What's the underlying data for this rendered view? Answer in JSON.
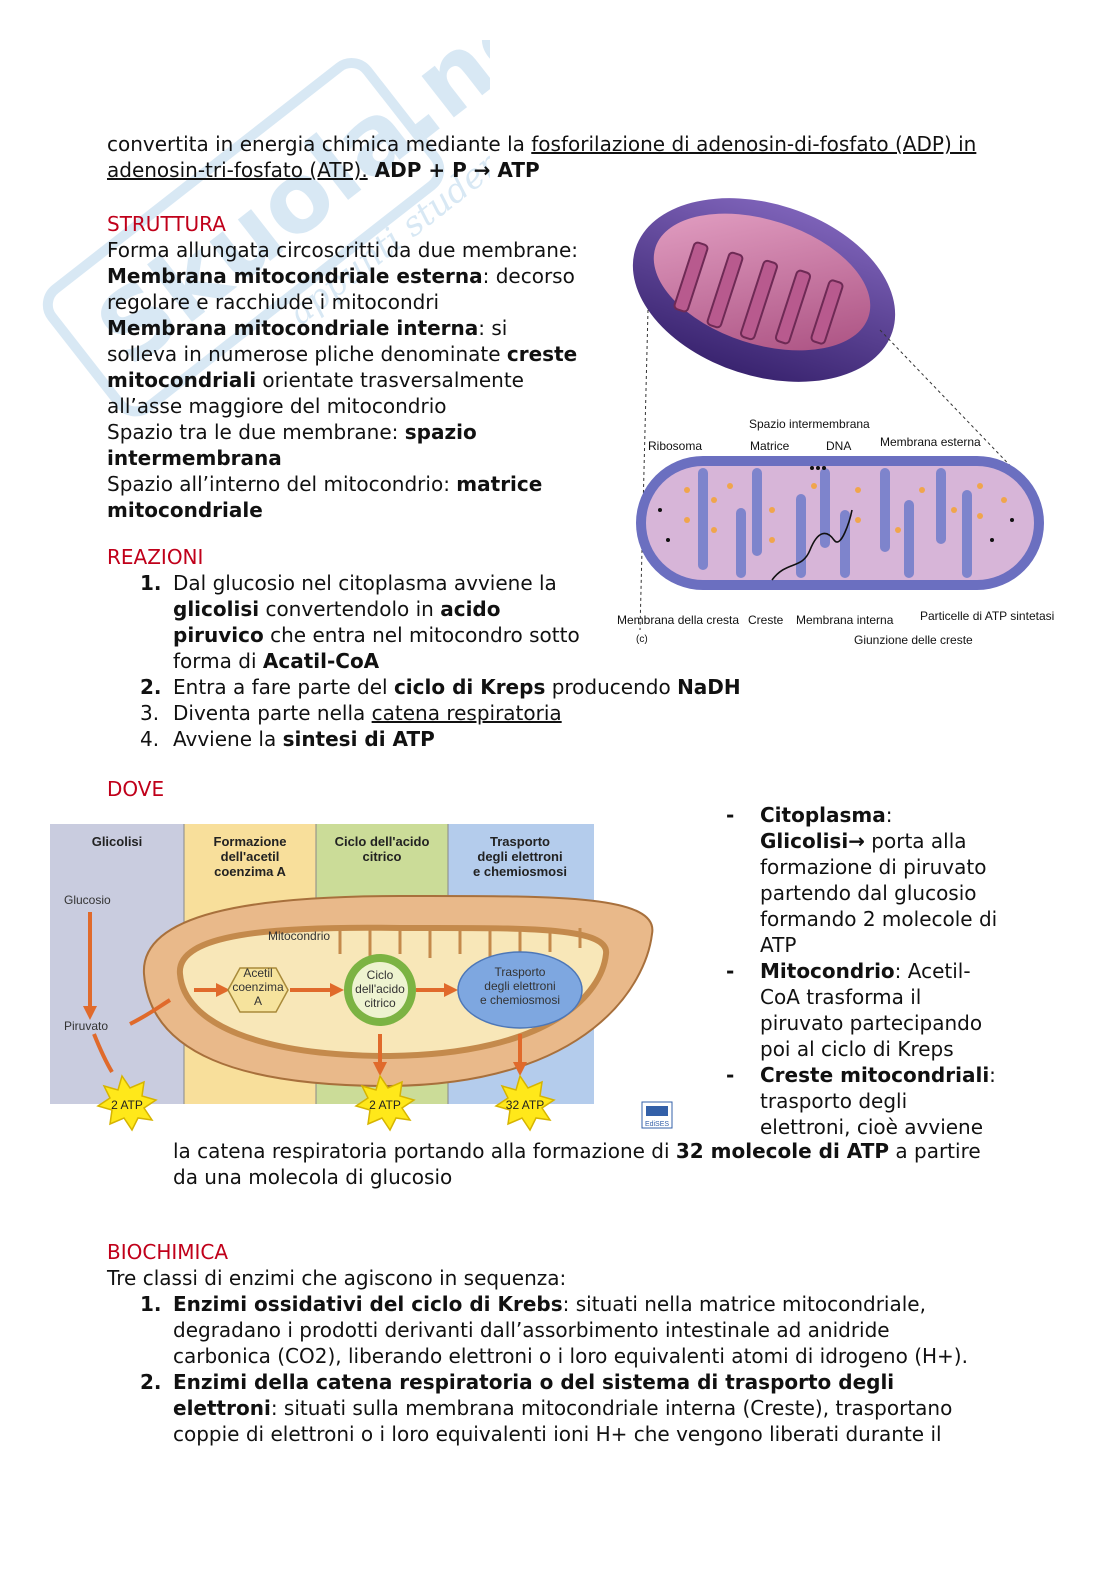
{
  "watermark": {
    "brand": "Skuola.net",
    "tagline": "appunti studente"
  },
  "intro": {
    "l1": "convertita in energia chimica mediante la ",
    "l1_link": "fosforilazione di adenosin-di-fosfato (ADP) in",
    "l2_link": "adenosin-tri-fosfato (ATP).",
    "l2_eq": " ADP + P → ATP"
  },
  "struttura": {
    "heading": "STRUTTURA",
    "lines": [
      [
        "Forma allungata circoscritti da due membrane:"
      ],
      [
        "@Membrana mitocondriale esterna",
        ": decorso"
      ],
      [
        "regolare e racchiude i mitocondri"
      ],
      [
        "@Membrana mitocondriale interna",
        ": si"
      ],
      [
        "solleva in numerose pliche denominate ",
        "@creste"
      ],
      [
        "@mitocondriali",
        " orientate trasversalmente"
      ],
      [
        "all’asse maggiore del mitocondrio"
      ],
      [
        "Spazio tra le due membrane: ",
        "@spazio"
      ],
      [
        "@intermembrana"
      ],
      [
        "Spazio all’interno del mitocondrio: ",
        "@matrice"
      ],
      [
        "@mitocondriale"
      ]
    ]
  },
  "reazioni": {
    "heading": "REAZIONI",
    "items": [
      {
        "num": "1.",
        "bold_num": true,
        "lines": [
          [
            "Dal glucosio nel citoplasma avviene la"
          ],
          [
            "@glicolisi",
            " convertendolo in ",
            "@acido"
          ],
          [
            "@piruvico",
            " che entra nel mitocondro sotto"
          ],
          [
            "forma di ",
            "@Acatil-CoA"
          ]
        ]
      },
      {
        "num": "2.",
        "bold_num": true,
        "lines": [
          [
            "Entra a fare parte del ",
            "@ciclo di Kreps",
            " producendo ",
            "@NaDH"
          ]
        ]
      },
      {
        "num": "3.",
        "bold_num": false,
        "lines": [
          [
            "Diventa parte nella ",
            "_catena respiratoria"
          ]
        ]
      },
      {
        "num": "4.",
        "bold_num": false,
        "lines": [
          [
            "Avviene la ",
            "@sintesi di ATP"
          ]
        ]
      }
    ]
  },
  "mito_figure": {
    "labels": {
      "spazio": "Spazio intermembrana",
      "ribosoma": "Ribosoma",
      "matrice": "Matrice",
      "dna": "DNA",
      "membrana_esterna": "Membrana esterna",
      "membrana_cresta": "Membrana della cresta",
      "creste": "Creste",
      "membrana_interna": "Membrana interna",
      "particelle": "Particelle di ATP sintetasi",
      "giunzione": "Giunzione delle creste",
      "c": "(c)"
    }
  },
  "dove": {
    "heading": "DOVE",
    "bullets": [
      {
        "dash": "-",
        "lines": [
          [
            "@Citoplasma",
            ":"
          ],
          [
            "@Glicolisi→",
            "  porta alla"
          ],
          [
            "formazione di piruvato"
          ],
          [
            "partendo dal glucosio"
          ],
          [
            "formando 2 molecole di"
          ],
          [
            "ATP"
          ]
        ]
      },
      {
        "dash": "-",
        "lines": [
          [
            "@Mitocondrio",
            ": Acetil-"
          ],
          [
            "CoA trasforma il"
          ],
          [
            "piruvato partecipando"
          ],
          [
            "poi al ciclo di Kreps"
          ]
        ]
      },
      {
        "dash": "-",
        "lines": [
          [
            "@Creste mitocondriali",
            ":"
          ],
          [
            "trasporto degli"
          ],
          [
            "elettroni, cioè avviene"
          ]
        ]
      }
    ],
    "cont_lines": [
      [
        "la catena respiratoria portando alla formazione di ",
        "@32 molecole di ATP",
        " a partire"
      ],
      [
        "da una molecola di glucosio"
      ]
    ]
  },
  "diagram": {
    "col1": "Glicolisi",
    "col2": [
      "Formazione",
      "dell'acetil",
      "coenzima A"
    ],
    "col3": [
      "Ciclo dell'acido",
      "citrico"
    ],
    "col4": [
      "Trasporto",
      "degli elettroni",
      "e chemiosmosi"
    ],
    "glucosio": "Glucosio",
    "piruvato": "Piruvato",
    "mitocondrio": "Mitocondrio",
    "acetil": [
      "Acetil",
      "coenzima",
      "A"
    ],
    "ciclo": [
      "Ciclo",
      "dell'acido",
      "citrico"
    ],
    "trasporto": [
      "Trasporto",
      "degli elettroni",
      "e chemiosmosi"
    ],
    "atp1": "2 ATP",
    "atp2": "2 ATP",
    "atp3": "32 ATP",
    "logo": "EdiSES"
  },
  "biochimica": {
    "heading": "BIOCHIMICA",
    "intro": "Tre classi di enzimi che agiscono in sequenza:",
    "items": [
      {
        "num": "1.",
        "lines": [
          [
            "@Enzimi ossidativi del ciclo di Krebs",
            ": situati nella matrice mitocondriale,"
          ],
          [
            "degradano i prodotti derivanti dall’assorbimento intestinale ad anidride"
          ],
          [
            "carbonica (CO2), liberando elettroni o i loro equivalenti atomi di idrogeno (H+)."
          ]
        ]
      },
      {
        "num": "2.",
        "lines": [
          [
            "@Enzimi della catena respiratoria o del sistema di trasporto degli"
          ],
          [
            "@elettroni",
            ": situati sulla membrana mitocondriale interna (Creste), trasportano"
          ],
          [
            "coppie di elettroni o i loro equivalenti ioni H+ che vengono liberati durante il"
          ]
        ]
      }
    ]
  },
  "colors": {
    "heading_red": "#c0001a",
    "mito_outer": "#5a3d93",
    "crista_pink": "#c46a9a",
    "atp_yellow": "#ffe81a"
  }
}
